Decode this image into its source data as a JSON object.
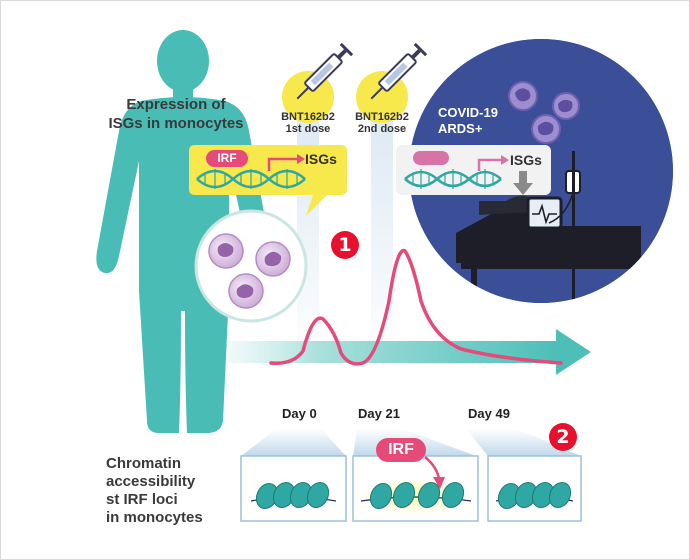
{
  "panel_top": {
    "title_lines": [
      "Expression of",
      "ISGs in monocytes"
    ],
    "dose1_lines": [
      "BNT162b2",
      "1st dose"
    ],
    "dose2_lines": [
      "BNT162b2",
      "2nd dose"
    ],
    "covid_lines": [
      "COVID-19",
      "ARDS+"
    ],
    "vaccine_box": {
      "irf_label": "IRF",
      "isg_label": "ISGs"
    },
    "covid_box": {
      "isg_label": "ISGs"
    }
  },
  "timeline": {
    "days": [
      "Day 0",
      "Day 21",
      "Day 49"
    ]
  },
  "panel_bottom": {
    "title_lines": [
      "Chromatin",
      "accessibility",
      "st IRF loci",
      "in monocytes"
    ],
    "irf_label": "IRF"
  },
  "markers": {
    "one": "1",
    "two": "2"
  },
  "colors": {
    "figure_teal": "#49bcb6",
    "yellow": "#f7e84c",
    "pink": "#e64a78",
    "navy": "#33468e",
    "badge_red": "#e8112d",
    "nucleosome": "#2fa7a2"
  }
}
